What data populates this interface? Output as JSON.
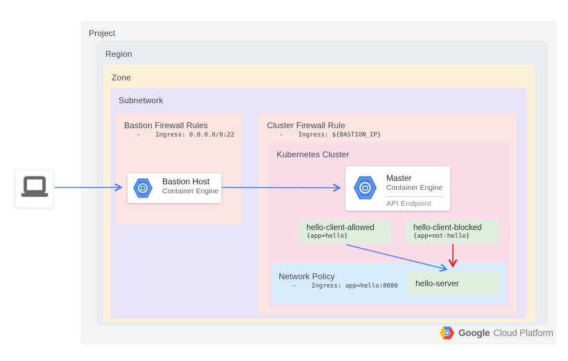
{
  "project_label": "Project",
  "region_label": "Region",
  "zone_label": "Zone",
  "subnetwork_label": "Subnetwork",
  "bastion_firewall": {
    "title": "Bastion Firewall Rules",
    "rule": "-    Ingress: 0.0.0.0/0:22"
  },
  "cluster_firewall": {
    "title": "Cluster Firewall Rule",
    "rule": "-    Ingress: ${BASTION_IP}"
  },
  "kubernetes_label": "Kubernetes Cluster",
  "bastion_host": {
    "title": "Bastion Host",
    "subtitle": "Container Engine"
  },
  "master": {
    "title": "Master",
    "subtitle": "Container Engine",
    "api": "API Endpoint"
  },
  "pods": {
    "allowed": {
      "name": "hello-client-allowed",
      "selector": "{app=hello}"
    },
    "blocked": {
      "name": "hello-client-blocked",
      "selector": "{app=not-hello}"
    },
    "server": {
      "name": "hello-server"
    }
  },
  "network_policy": {
    "title": "Network Policy",
    "rule": "-    Ingress: app=hello:8080"
  },
  "footer": {
    "google": "Google",
    "rest": "Cloud Platform"
  },
  "icons": {
    "laptop": "laptop-icon",
    "container_engine": "container-engine-hexagon-icon",
    "gcp_logo": "google-cloud-platform-logo"
  },
  "colors": {
    "project_bg": "#f4f4f4",
    "region_bg": "#e9edf1",
    "zone_bg": "#fdf0d9",
    "subnetwork_bg": "#e9e3f8",
    "firewall_bg": "#fbe5e2",
    "kubernetes_bg": "#f9dce7",
    "pod_bg": "#dfeedd",
    "network_policy_bg": "#d7ebfa",
    "gke_hexagon_blue": "#4282e8",
    "arrow_blue": "#4a7de2",
    "arrow_red": "#ed1c1c",
    "logo_blue": "#4285f4",
    "logo_red": "#ea4335",
    "logo_yellow": "#fbbc05"
  }
}
